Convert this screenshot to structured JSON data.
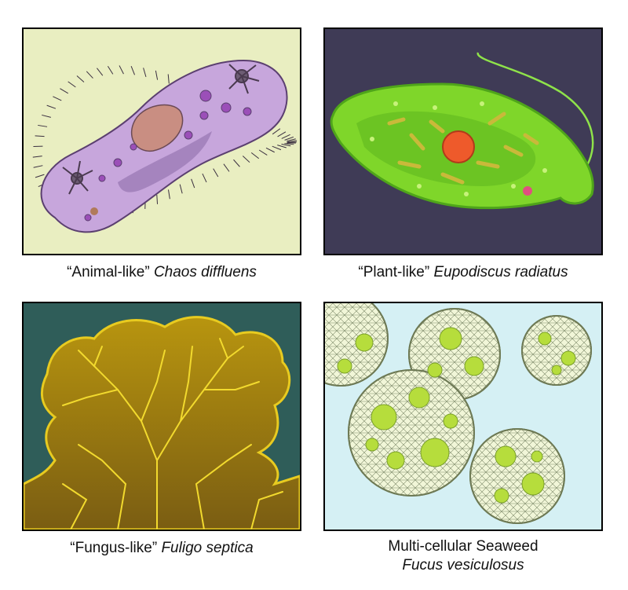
{
  "panels": [
    {
      "id": "animal",
      "caption_plain": "“Animal-like”",
      "caption_italic": "Chaos diffluens",
      "bg": "#e9eec1",
      "icon": "paramecium-illustration"
    },
    {
      "id": "plant",
      "caption_plain": "“Plant-like”",
      "caption_italic": "Eupodiscus radiatus",
      "bg": "#3f3b56",
      "icon": "euglena-illustration"
    },
    {
      "id": "fungus",
      "caption_plain": "“Fungus-like”",
      "caption_italic": "Fuligo septica",
      "bg": "#2f5d59",
      "icon": "slime-mold-illustration"
    },
    {
      "id": "seaweed",
      "caption_line1": "Multi-cellular Seaweed",
      "caption_italic": "Fucus vesiculosus",
      "bg": "#d5f0f4",
      "icon": "volvox-colonies-illustration"
    }
  ]
}
